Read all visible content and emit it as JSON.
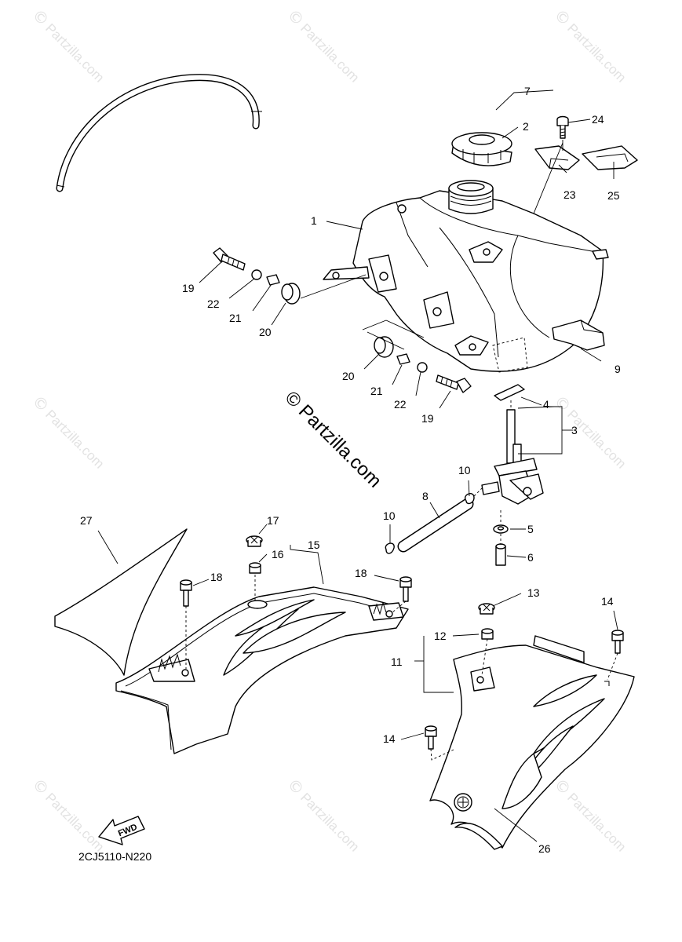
{
  "diagram": {
    "code": "2CJ5110-N220",
    "center_watermark": "© Partzilla.com",
    "watermark_text": "Partzilla.com",
    "watermark_symbol": "©",
    "fwd_label": "FWD",
    "callouts": [
      {
        "id": "c1",
        "text": "1"
      },
      {
        "id": "c2",
        "text": "2"
      },
      {
        "id": "c3",
        "text": "3"
      },
      {
        "id": "c4",
        "text": "4"
      },
      {
        "id": "c5",
        "text": "5"
      },
      {
        "id": "c6",
        "text": "6"
      },
      {
        "id": "c7",
        "text": "7"
      },
      {
        "id": "c8",
        "text": "8"
      },
      {
        "id": "c9",
        "text": "9"
      },
      {
        "id": "c10a",
        "text": "10"
      },
      {
        "id": "c10b",
        "text": "10"
      },
      {
        "id": "c11",
        "text": "11"
      },
      {
        "id": "c12",
        "text": "12"
      },
      {
        "id": "c13",
        "text": "13"
      },
      {
        "id": "c14a",
        "text": "14"
      },
      {
        "id": "c14b",
        "text": "14"
      },
      {
        "id": "c15",
        "text": "15"
      },
      {
        "id": "c16",
        "text": "16"
      },
      {
        "id": "c17",
        "text": "17"
      },
      {
        "id": "c18a",
        "text": "18"
      },
      {
        "id": "c18b",
        "text": "18"
      },
      {
        "id": "c19a",
        "text": "19"
      },
      {
        "id": "c19b",
        "text": "19"
      },
      {
        "id": "c20a",
        "text": "20"
      },
      {
        "id": "c20b",
        "text": "20"
      },
      {
        "id": "c21a",
        "text": "21"
      },
      {
        "id": "c21b",
        "text": "21"
      },
      {
        "id": "c22a",
        "text": "22"
      },
      {
        "id": "c22b",
        "text": "22"
      },
      {
        "id": "c23",
        "text": "23"
      },
      {
        "id": "c24",
        "text": "24"
      },
      {
        "id": "c25",
        "text": "25"
      },
      {
        "id": "c26",
        "text": "26"
      },
      {
        "id": "c27",
        "text": "27"
      }
    ]
  }
}
